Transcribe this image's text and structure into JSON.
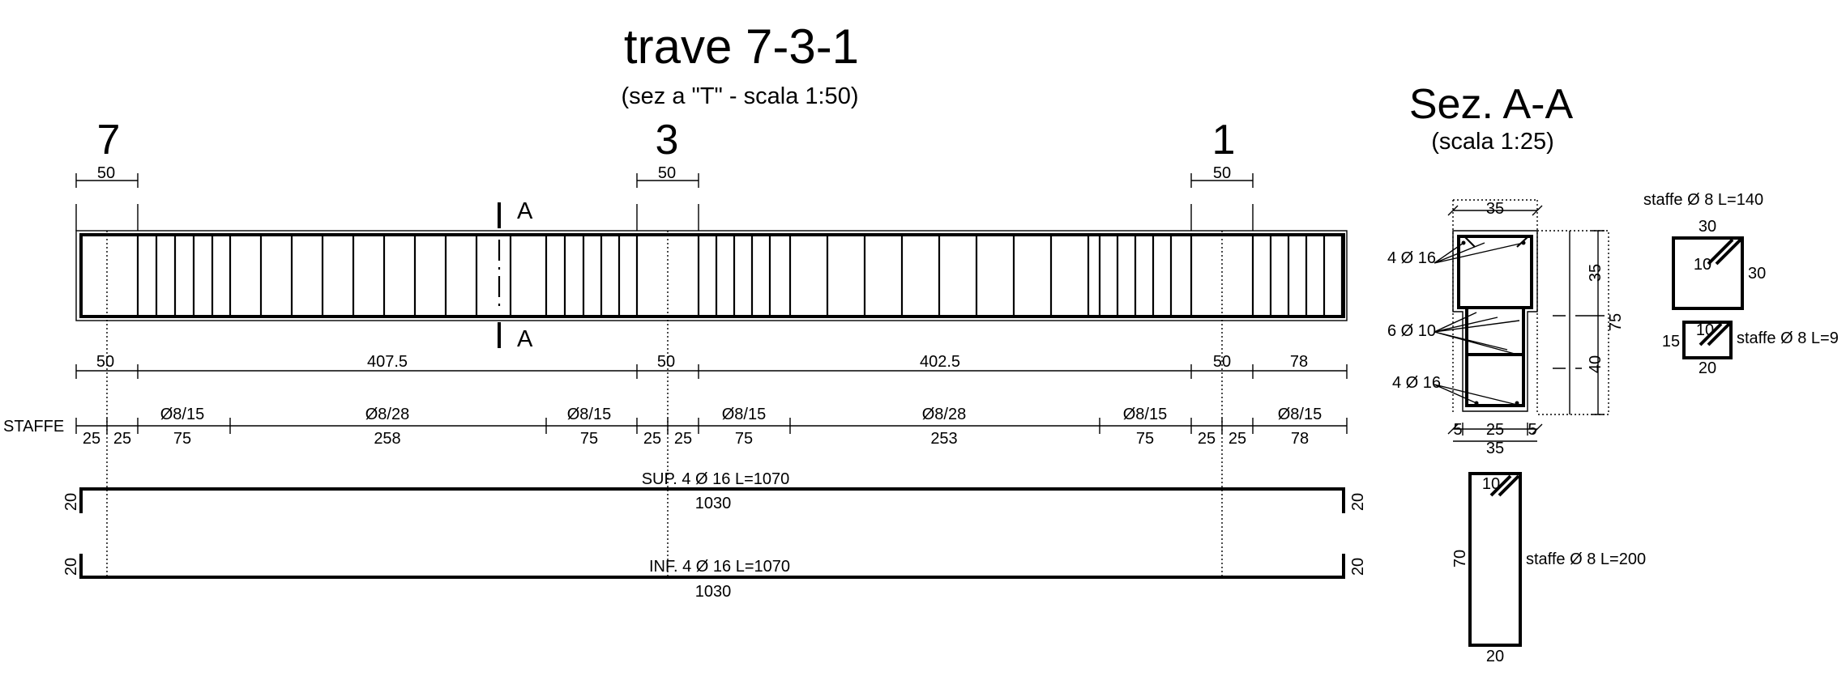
{
  "title": "trave 7-3-1",
  "subtitle": "(sez a \"T\" - scala 1:50)",
  "axes": [
    {
      "label": "7",
      "support_width": "50"
    },
    {
      "label": "3",
      "support_width": "50"
    },
    {
      "label": "1",
      "support_width": "50"
    }
  ],
  "section_mark": {
    "top": "A",
    "bottom": "A"
  },
  "spans": [
    "50",
    "407.5",
    "50",
    "402.5",
    "50",
    "78"
  ],
  "staffe": {
    "label": "STAFFE",
    "spacings": [
      "Ø8/15",
      "Ø8/28",
      "Ø8/15",
      "Ø8/15",
      "Ø8/28",
      "Ø8/15",
      "Ø8/15"
    ],
    "lengths": [
      "25",
      "25",
      "75",
      "258",
      "75",
      "25",
      "25",
      "75",
      "253",
      "75",
      "25",
      "25",
      "78"
    ]
  },
  "bars": {
    "top": {
      "label": "SUP. 4 Ø 16 L=1070",
      "length": "1030",
      "hook_left": "20",
      "hook_right": "20"
    },
    "bottom": {
      "label": "INF. 4 Ø 16 L=1070",
      "length": "1030",
      "hook_left": "20",
      "hook_right": "20"
    }
  },
  "section": {
    "title": "Sez. A-A",
    "subtitle": "(scala 1:25)",
    "dims": {
      "top_width": "35",
      "bottom_width": "35",
      "web": "25",
      "cover_left": "5",
      "cover_right": "5",
      "flange_height": "35",
      "web_height": "40",
      "total_height": "75"
    },
    "bar_labels": [
      "4 Ø 16",
      "6 Ø 10",
      "4 Ø 16"
    ]
  },
  "stirrups": [
    {
      "label": "staffe Ø 8 L=140",
      "w": "30",
      "h": "30",
      "hook": "10"
    },
    {
      "label": "staffe Ø 8 L=9",
      "w": "20",
      "h": "15",
      "hook": "10"
    },
    {
      "label": "staffe Ø 8 L=200",
      "w": "20",
      "h": "70",
      "hook": "10"
    }
  ]
}
